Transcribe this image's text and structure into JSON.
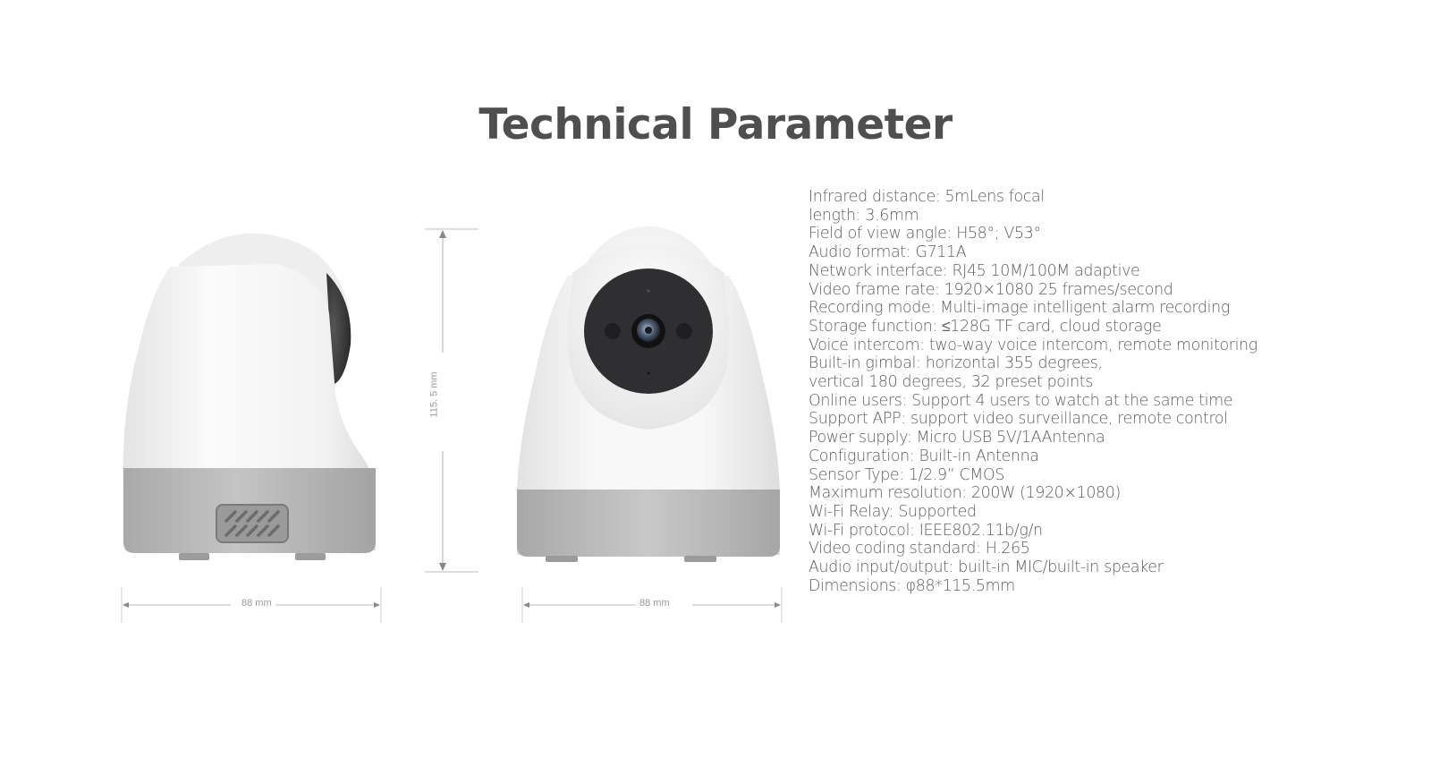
{
  "title": "Technical Parameter",
  "specs": [
    "Infrared distance: 5mLens focal",
    "length: 3.6mm",
    "Field of view angle: H58°; V53°",
    "Audio format: G711A",
    "Network interface: RJ45 10M/100M adaptive",
    "Video frame rate: 1920×1080 25 frames/second",
    "Recording mode: Multi-image intelligent alarm recording",
    "Storage function: ≤128G TF card, cloud storage",
    "Voice intercom: two-way voice intercom, remote monitoring",
    "Built-in gimbal: horizontal 355 degrees,",
    "vertical 180 degrees, 32 preset points",
    "Online users: Support 4 users to watch at the same time",
    "Support APP: support video surveillance, remote control",
    "Power supply: Micro USB 5V/1AAntenna",
    "Configuration: Built-in Antenna",
    "Sensor Type: 1/2.9” CMOS",
    "Maximum resolution: 200W (1920×1080)",
    "Wi-Fi Relay: Supported",
    "Wi-Fi protocol: IEEE802.11b/g/n",
    "Video coding standard: H.265",
    "Audio input/output: built-in MIC/built-in speaker",
    "Dimensions: φ88*115.5mm"
  ],
  "dimensions": {
    "side_width": "88 mm",
    "height": "115. 5 mm",
    "front_width": "88 mm"
  },
  "colors": {
    "title": "#4f4f4f",
    "text": "#5f5f5f",
    "body_white": "#f2f2f2",
    "base_gray": "#b5b5b5",
    "lens_dark": "#2e2e30"
  }
}
